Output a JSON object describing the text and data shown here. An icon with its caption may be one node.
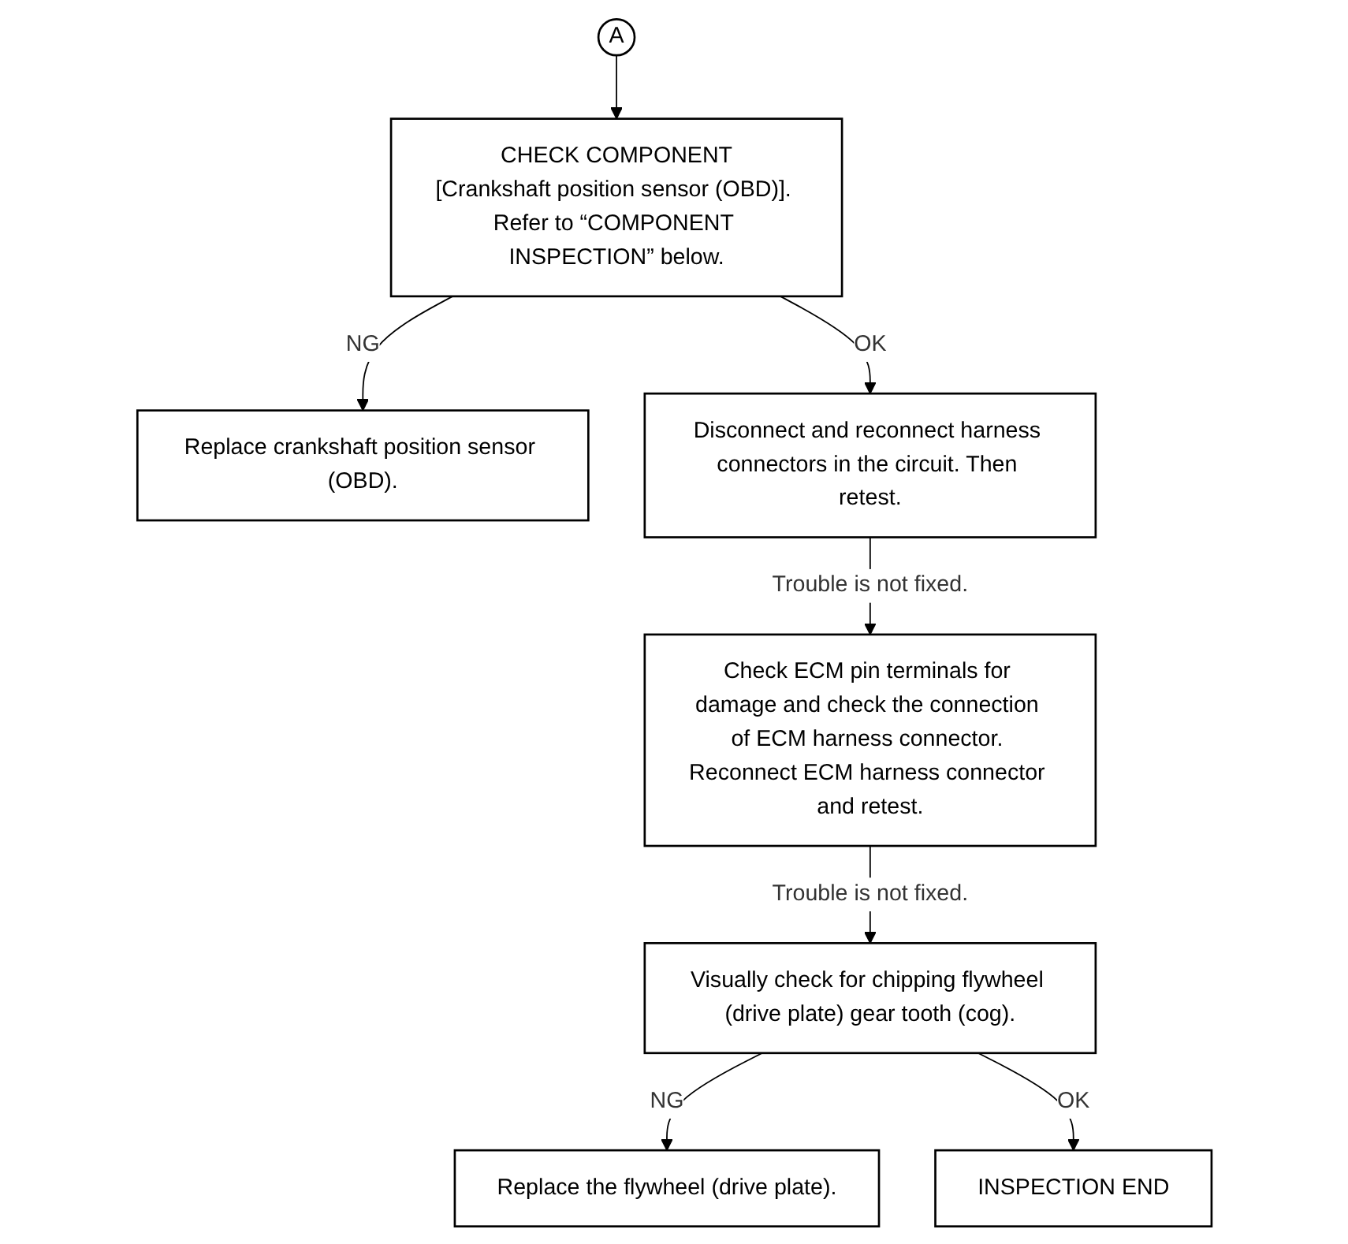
{
  "diagram": {
    "nodes": [
      {
        "text": [
          "A"
        ]
      },
      {
        "text": [
          "CHECK COMPONENT",
          "[Crankshaft position sensor (OBD)]. Refer to “COMPONENT INSPECTION” below."
        ]
      },
      {
        "text": [
          "Replace crankshaft position sensor (OBD)."
        ]
      },
      {
        "text": [
          "Disconnect and reconnect harness connectors in the circuit. Then retest."
        ]
      },
      {
        "text": [
          "Check ECM pin terminals for damage and check the connection of ECM harness connector. Reconnect ECM harness connector and retest."
        ]
      },
      {
        "text": [
          "Visually check for chipping flywheel (drive plate) gear tooth (cog)."
        ]
      },
      {
        "text": [
          "Replace the flywheel (drive plate)."
        ]
      },
      {
        "text": [
          "INSPECTION END"
        ]
      }
    ],
    "edges": [
      {
        "from": 0,
        "to": 1,
        "arrow": "to"
      },
      {
        "from": 1,
        "to": 2,
        "arrow": "to",
        "label": "NG"
      },
      {
        "from": 1,
        "to": 3,
        "arrow": "to",
        "label": "OK"
      },
      {
        "from": 3,
        "to": 4,
        "arrow": "to",
        "label": "Trouble is not fixed."
      },
      {
        "from": 4,
        "to": 5,
        "arrow": "to",
        "label": "Trouble is not fixed."
      },
      {
        "from": 5,
        "to": 6,
        "arrow": "to",
        "label": "NG"
      },
      {
        "from": 5,
        "to": 7,
        "arrow": "to",
        "label": "OK"
      }
    ]
  }
}
